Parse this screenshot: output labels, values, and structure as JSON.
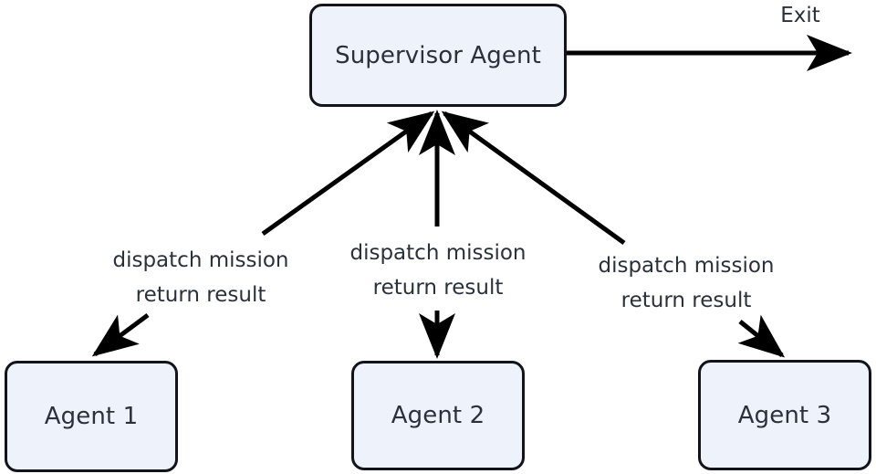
{
  "diagram": {
    "type": "flow-diagram",
    "background_color": "#ffffff",
    "node_fill_color": "#eef2fa",
    "node_border_color": "#12141a",
    "edge_color": "#000000",
    "text_color": "#2b313b",
    "nodes": [
      {
        "id": "supervisor",
        "label": "Supervisor Agent"
      },
      {
        "id": "agent-1",
        "label": "Agent 1"
      },
      {
        "id": "agent-2",
        "label": "Agent 2"
      },
      {
        "id": "agent-3",
        "label": "Agent 3"
      }
    ],
    "edge_labels": [
      {
        "id": "left",
        "line1": "dispatch mission",
        "line2": "return result"
      },
      {
        "id": "middle",
        "line1": "dispatch mission",
        "line2": "return result"
      },
      {
        "id": "right",
        "line1": "dispatch mission",
        "line2": "return result"
      }
    ],
    "exit": {
      "label": "Exit"
    }
  }
}
